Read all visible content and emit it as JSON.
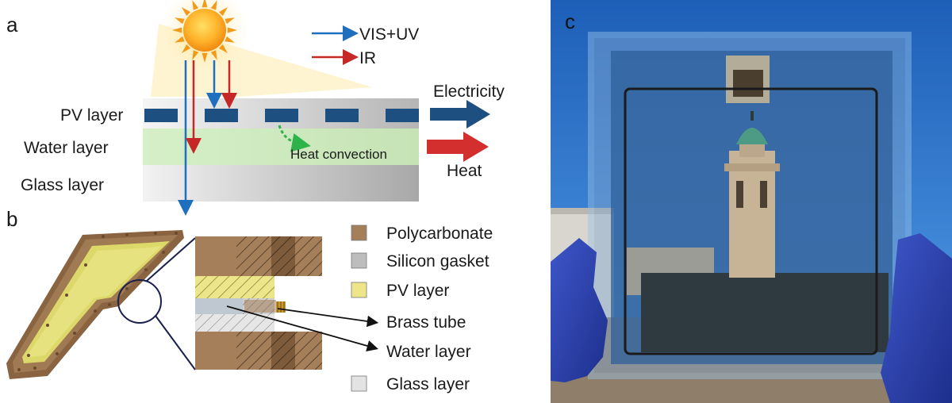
{
  "panel_a": {
    "label": "a",
    "legend": {
      "vis_uv": "VIS+UV",
      "ir": "IR"
    },
    "layers": {
      "pv": "PV layer",
      "water": "Water layer",
      "glass": "Glass layer"
    },
    "annotation": "Heat convection",
    "outputs": {
      "electricity": "Electricity",
      "heat": "Heat"
    }
  },
  "panel_b": {
    "label": "b",
    "legend": [
      "Polycarbonate",
      "Silicon gasket",
      "PV layer",
      "Brass tube",
      "Water layer",
      "Glass layer"
    ]
  },
  "panel_c": {
    "label": "c"
  },
  "colors": {
    "vis_uv_arrow": "#1f6fbf",
    "ir_arrow": "#c62828",
    "electricity_arrow": "#1d4f80",
    "heat_arrow": "#d32f2f",
    "pv_cell": "#1d4f80",
    "water": "#cfeac0",
    "polycarbonate": "#a57f5a",
    "silicon_gasket": "#bdbdbd",
    "pv_layer": "#ece58a",
    "glass": "#e3e3e3",
    "heat_convection_arrow": "#2db34a",
    "sky": "#2f6fc0"
  }
}
